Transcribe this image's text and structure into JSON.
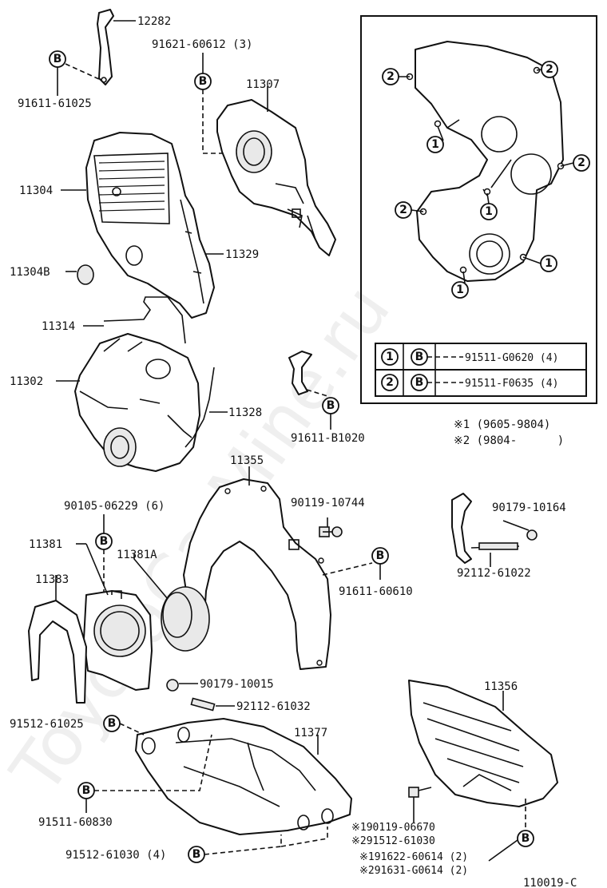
{
  "badge": "B",
  "watermark": "ToyotaCarMine.ru",
  "parts": {
    "p12282": "12282",
    "p91621": "91621-60612 (3)",
    "p91611_61025": "91611-61025",
    "p11307": "11307",
    "p11304": "11304",
    "p11329": "11329",
    "p11304B": "11304B",
    "p11314": "11314",
    "p11302": "11302",
    "p11328": "11328",
    "p91611_B1020": "91611-B1020",
    "p11355": "11355",
    "p90105": "90105-06229 (6)",
    "p90119_10744": "90119-10744",
    "p90179_10164": "90179-10164",
    "p11381": "11381",
    "p11381A": "11381A",
    "p91611_60610": "91611-60610",
    "p92112_61022": "92112-61022",
    "p11383": "11383",
    "p90179_10015": "90179-10015",
    "p92112_61032": "92112-61032",
    "p11356": "11356",
    "p91512_61025": "91512-61025",
    "p11377": "11377",
    "p91511_60830": "91511-60830",
    "p190119": "※190119-06670",
    "p291512": "※291512-61030",
    "p91512_61030": "91512-61030 (4)",
    "p191622": "※191622-60614 (2)",
    "p291631": "※291631-G0614 (2)"
  },
  "inset": {
    "markers": [
      "1",
      "2"
    ],
    "rows": [
      {
        "num": "1",
        "part": "91511-G0620 (4)"
      },
      {
        "num": "2",
        "part": "91511-F0635 (4)"
      }
    ]
  },
  "notes": {
    "n1": "※1 (9605-9804)",
    "n2": "※2 (9804-      )"
  },
  "figure_code": "110019-C"
}
